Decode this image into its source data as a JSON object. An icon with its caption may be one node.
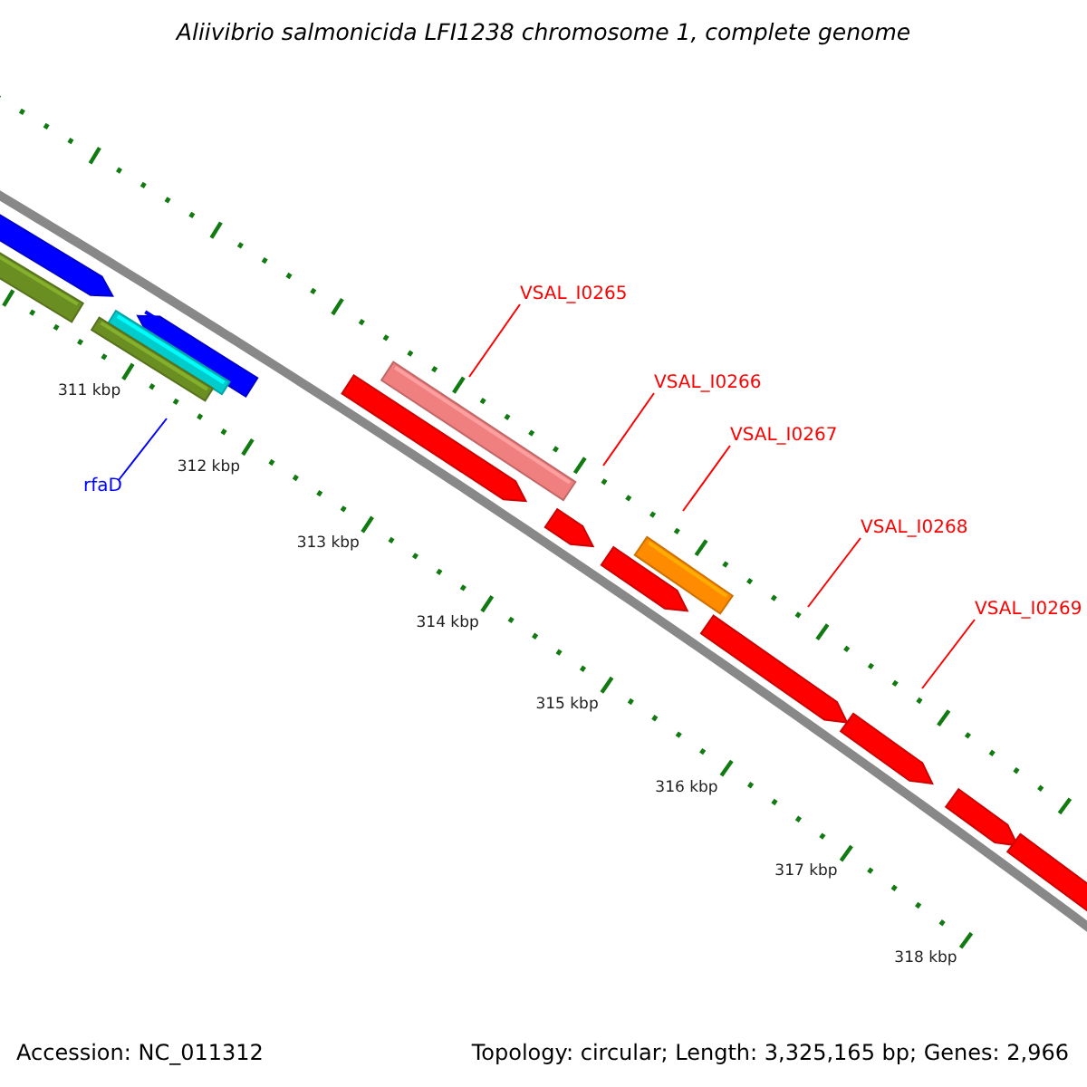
{
  "diagram": {
    "title": "Aliivibrio salmonicida LFI1238 chromosome 1, complete genome",
    "nodes": [
      {
        "text": [
          "rfaD"
        ]
      },
      {
        "text": [
          "VSAL_I0265"
        ]
      },
      {
        "text": [
          "VSAL_I0266"
        ]
      },
      {
        "text": [
          "VSAL_I0267"
        ]
      },
      {
        "text": [
          "VSAL_I0268"
        ]
      },
      {
        "text": [
          "VSAL_I0269"
        ]
      }
    ],
    "edges": [
      {
        "from": 0,
        "to": null,
        "arrow": "none",
        "color": "#0000ff"
      },
      {
        "from": 1,
        "to": null,
        "arrow": "none"
      },
      {
        "from": 2,
        "to": null,
        "arrow": "none"
      },
      {
        "from": 3,
        "to": null,
        "arrow": "none"
      },
      {
        "from": 4,
        "to": null,
        "arrow": "none"
      },
      {
        "from": 5,
        "to": null,
        "arrow": "none"
      }
    ],
    "labels": [
      "311 kbp",
      "312 kbp",
      "313 kbp",
      "314 kbp",
      "315 kbp",
      "316 kbp",
      "317 kbp",
      "318 kbp",
      "Accession: NC_011312",
      "Topology: circular; Length: 3,325,165 bp; Genes: 2,966"
    ]
  }
}
